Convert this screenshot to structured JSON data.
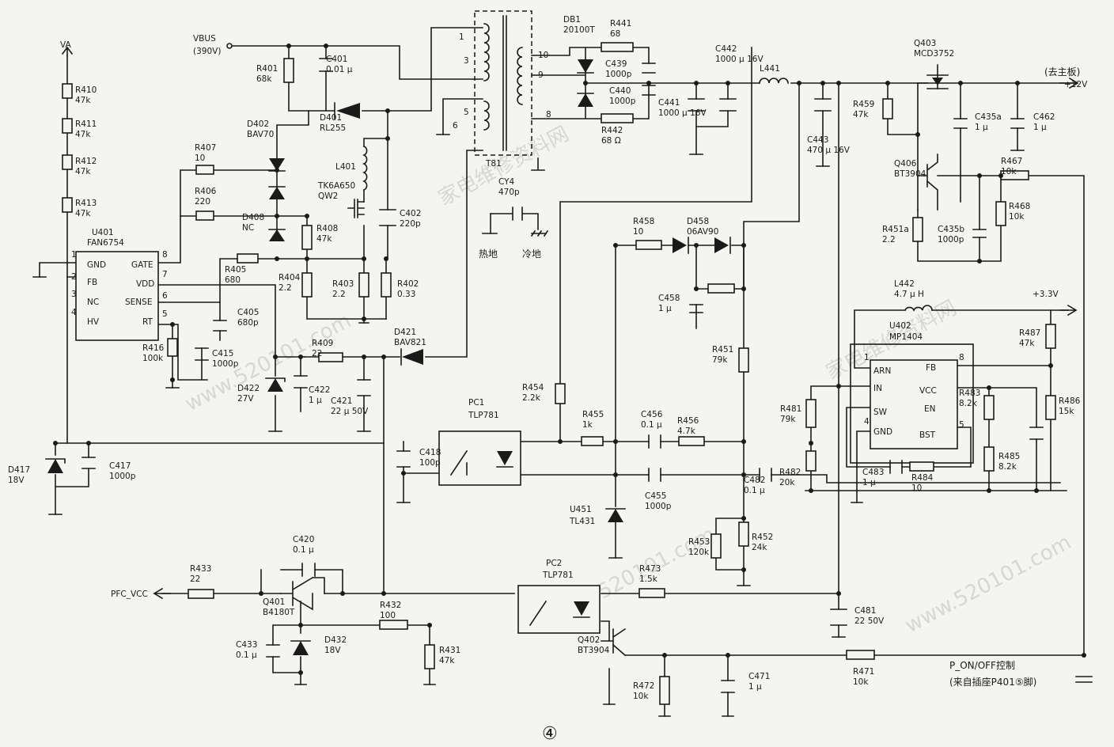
{
  "rails": {
    "va": "VA",
    "vbus": "VBUS",
    "vbus_v": "(390V)",
    "to_main": "(去主板)",
    "v12": "+12V",
    "v33": "+3.3V",
    "pfc_vcc": "PFC_VCC",
    "ponoff_line1": "P_ON/OFF控制",
    "ponoff_line2": "(来自插座P401⑤脚)",
    "hot_gnd": "热地",
    "cold_gnd": "冷地",
    "page_mark": "④"
  },
  "ics": {
    "u401": {
      "ref": "U401",
      "part": "FAN6754",
      "pins_left": [
        {
          "n": "1",
          "name": "GND"
        },
        {
          "n": "2",
          "name": "FB"
        },
        {
          "n": "3",
          "name": "NC"
        },
        {
          "n": "4",
          "name": "HV"
        }
      ],
      "pins_right": [
        {
          "n": "8",
          "name": "GATE"
        },
        {
          "n": "7",
          "name": "VDD"
        },
        {
          "n": "6",
          "name": "SENSE"
        },
        {
          "n": "5",
          "name": "RT"
        }
      ]
    },
    "u402": {
      "ref": "U402",
      "part": "MP1404",
      "pins_left": [
        {
          "n": "1",
          "name": "ARN"
        },
        {
          "n": "",
          "name": "IN"
        },
        {
          "n": "",
          "name": "SW"
        },
        {
          "n": "4",
          "name": "GND"
        }
      ],
      "pins_right": [
        {
          "n": "8",
          "name": "FB"
        },
        {
          "n": "",
          "name": "VCC"
        },
        {
          "n": "",
          "name": "EN"
        },
        {
          "n": "5",
          "name": "BST"
        }
      ]
    },
    "t81": {
      "ref": "T81",
      "pins": [
        "1",
        "3",
        "5",
        "6",
        "10",
        "9",
        "8"
      ]
    },
    "pc1": {
      "ref": "PC1",
      "part": "TLP781"
    },
    "pc2": {
      "ref": "PC2",
      "part": "TLP781"
    },
    "u451": {
      "ref": "U451",
      "part": "TL431"
    }
  },
  "labels": [
    {
      "ref": "R410",
      "val": "47k"
    },
    {
      "ref": "R411",
      "val": "47k"
    },
    {
      "ref": "R412",
      "val": "47k"
    },
    {
      "ref": "R413",
      "val": "47k"
    },
    {
      "ref": "R401",
      "val": "68k"
    },
    {
      "ref": "C401",
      "val": "0.01 μ"
    },
    {
      "ref": "D401",
      "val": "RL255"
    },
    {
      "ref": "D402",
      "val": "BAV70"
    },
    {
      "ref": "R407",
      "val": "10"
    },
    {
      "ref": "R406",
      "val": "220"
    },
    {
      "ref": "D408",
      "val": "NC"
    },
    {
      "ref": "R408",
      "val": "47k"
    },
    {
      "ref": "L401",
      "val": ""
    },
    {
      "ref": "TK6A650",
      "val": "QW2"
    },
    {
      "ref": "C402",
      "val": "220p"
    },
    {
      "ref": "R405",
      "val": "680"
    },
    {
      "ref": "R404",
      "val": "2.2"
    },
    {
      "ref": "R403",
      "val": "2.2"
    },
    {
      "ref": "R402",
      "val": "0.33"
    },
    {
      "ref": "C405",
      "val": "680p"
    },
    {
      "ref": "R416",
      "val": "100k"
    },
    {
      "ref": "C415",
      "val": "1000p"
    },
    {
      "ref": "R409",
      "val": "22"
    },
    {
      "ref": "D421",
      "val": "BAV821"
    },
    {
      "ref": "D422",
      "val": "27V"
    },
    {
      "ref": "C422",
      "val": "1 μ"
    },
    {
      "ref": "C421",
      "val": "22 μ 50V"
    },
    {
      "ref": "D417",
      "val": "18V"
    },
    {
      "ref": "C417",
      "val": "1000p"
    },
    {
      "ref": "DB1",
      "val": "20100T"
    },
    {
      "ref": "R441",
      "val": "68"
    },
    {
      "ref": "C439",
      "val": "1000p"
    },
    {
      "ref": "C440",
      "val": "1000p"
    },
    {
      "ref": "R442",
      "val": "68 Ω"
    },
    {
      "ref": "C441",
      "val": "1000 μ 16V"
    },
    {
      "ref": "C442",
      "val": "1000 μ 16V"
    },
    {
      "ref": "L441",
      "val": ""
    },
    {
      "ref": "C443",
      "val": "470 μ 16V"
    },
    {
      "ref": "CY4",
      "val": "470p"
    },
    {
      "ref": "Q403",
      "val": "MCD3752"
    },
    {
      "ref": "R459",
      "val": "47k"
    },
    {
      "ref": "C435a",
      "val": "1 μ"
    },
    {
      "ref": "C462",
      "val": "1 μ"
    },
    {
      "ref": "Q406",
      "val": "BT3904"
    },
    {
      "ref": "R467",
      "val": "10k"
    },
    {
      "ref": "R468",
      "val": "10k"
    },
    {
      "ref": "R451a",
      "val": "2.2"
    },
    {
      "ref": "C435b",
      "val": "1000p"
    },
    {
      "ref": "R458",
      "val": "10"
    },
    {
      "ref": "D458",
      "val": "06AV90"
    },
    {
      "ref": "C458",
      "val": "1 μ"
    },
    {
      "ref": "R451",
      "val": "79k"
    },
    {
      "ref": "R454",
      "val": "2.2k"
    },
    {
      "ref": "R455",
      "val": "1k"
    },
    {
      "ref": "C456",
      "val": "0.1 μ"
    },
    {
      "ref": "R456",
      "val": "4.7k"
    },
    {
      "ref": "C418",
      "val": "100p"
    },
    {
      "ref": "C455",
      "val": "1000p"
    },
    {
      "ref": "C482",
      "val": "0.1 μ"
    },
    {
      "ref": "R453",
      "val": "120k"
    },
    {
      "ref": "R452",
      "val": "24k"
    },
    {
      "ref": "L442",
      "val": "4.7 μ H"
    },
    {
      "ref": "R487",
      "val": "47k"
    },
    {
      "ref": "R486",
      "val": "15k"
    },
    {
      "ref": "R483",
      "val": "8.2k"
    },
    {
      "ref": "R485",
      "val": "8.2k"
    },
    {
      "ref": "R481",
      "val": "79k"
    },
    {
      "ref": "R482",
      "val": "20k"
    },
    {
      "ref": "C483",
      "val": "1 μ"
    },
    {
      "ref": "R484",
      "val": "10"
    },
    {
      "ref": "C420",
      "val": "0.1 μ"
    },
    {
      "ref": "R433",
      "val": "22"
    },
    {
      "ref": "Q401",
      "val": "B4180T"
    },
    {
      "ref": "R432",
      "val": "100"
    },
    {
      "ref": "C433",
      "val": "0.1 μ"
    },
    {
      "ref": "D432",
      "val": "18V"
    },
    {
      "ref": "R431",
      "val": "47k"
    },
    {
      "ref": "R473",
      "val": "1.5k"
    },
    {
      "ref": "C481",
      "val": "22 50V"
    },
    {
      "ref": "Q402",
      "val": "BT3904"
    },
    {
      "ref": "R472",
      "val": "10k"
    },
    {
      "ref": "C471",
      "val": "1 μ"
    },
    {
      "ref": "R471",
      "val": "10k"
    }
  ],
  "watermark": [
    "家电维修资料网",
    "www.520101.com"
  ]
}
